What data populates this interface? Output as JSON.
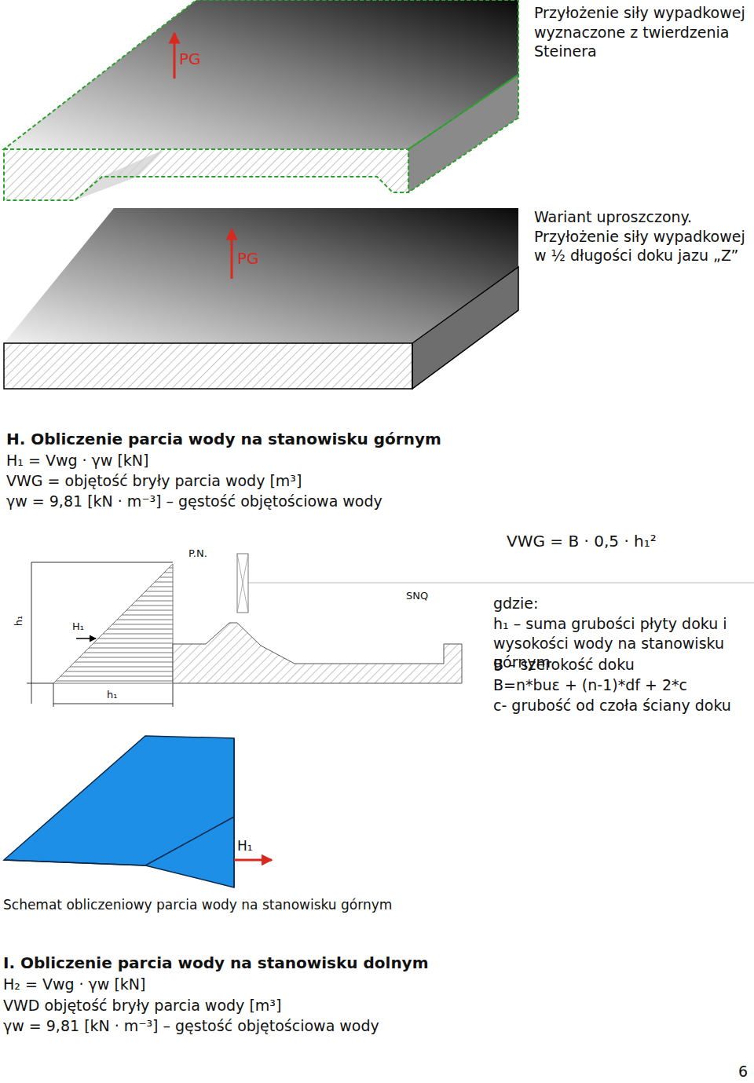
{
  "diagram": {
    "caption": "Schemat obliczeniowy parcia wody na stanowisku górnym",
    "labels": [
      "Przyłożenie siły wypadkowej wyznaczone z twierdzenia Steinera",
      "PG",
      "Wariant uproszczony. Przyłożenie siły wypadkowej w ½ długości doku jazu „Z”",
      "PG",
      "H. Obliczenie parcia wody na stanowisku górnym",
      "H₁ = Vwg · γw [kN]",
      "VWG = objętość bryły parcia wody [m³]",
      "γw = 9,81 [kN · m⁻³] – gęstość objętościowa wody",
      "P.N.",
      "SNQ",
      "h₁",
      "H₁",
      "h₁",
      "VWG = B · 0,5 · h₁²",
      "gdzie:",
      "h₁ – suma grubości płyty doku i wysokości wody na stanowisku górnym",
      "B – szerokość doku",
      "B=n*buε + (n-1)*df + 2*c",
      "c- grubość od czoła ściany doku",
      "H₁",
      "I. Obliczenie parcia wody na stanowisku dolnym",
      "H₂ = Vwg · γw [kN]",
      "VWD objętość bryły parcia wody [m³]",
      "γw = 9,81 [kN · m⁻³] – gęstość objętościowa wody",
      "6"
    ]
  }
}
